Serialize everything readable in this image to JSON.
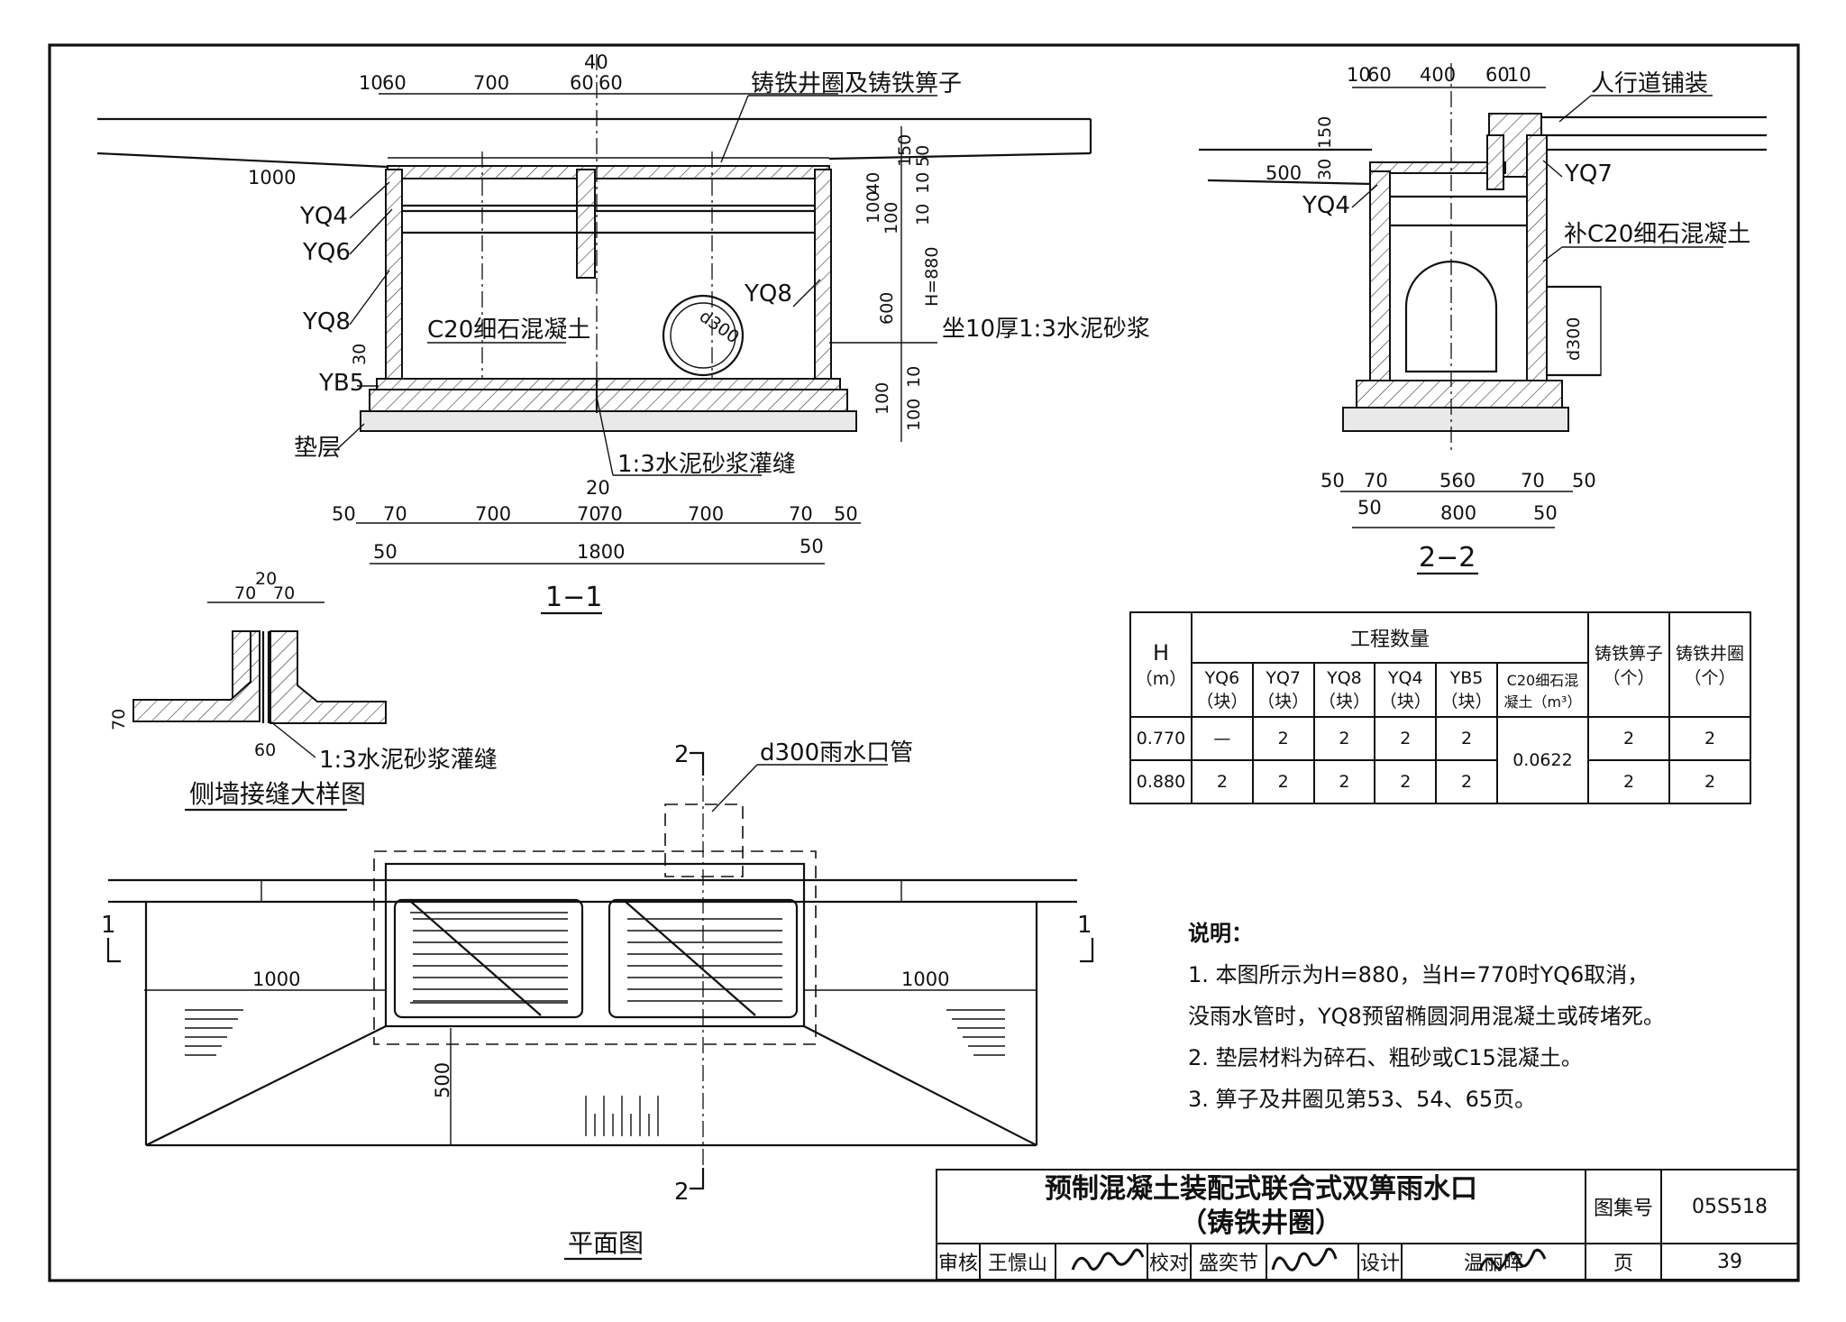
{
  "section_1_1": {
    "title": "1−1",
    "labels": {
      "grate": "铸铁井圈及铸铁箅子",
      "yq4": "YQ4",
      "yq6": "YQ6",
      "yq8_left": "YQ8",
      "yq8_right": "YQ8",
      "yb5": "YB5",
      "cushion": "垫层",
      "c20": "C20细石混凝土",
      "mortar_bed": "坐10厚1:3水泥砂浆",
      "grout": "1:3水泥砂浆灌缝",
      "pipe": "d300"
    },
    "top_dims": [
      "10",
      "60",
      "700",
      "60",
      "60",
      "40"
    ],
    "left_dim": "1000",
    "vertical_dims": [
      "150",
      "50",
      "40",
      "10",
      "10",
      "100",
      "100",
      "H=880",
      "600",
      "10",
      "100",
      "100",
      "30",
      "50"
    ],
    "bottom_dims": [
      "50",
      "70",
      "700",
      "70",
      "70",
      "700",
      "70",
      "50",
      "20",
      "50",
      "1800",
      "50"
    ]
  },
  "section_2_2": {
    "title": "2−2",
    "labels": {
      "paving": "人行道铺装",
      "yq7": "YQ7",
      "yq4": "YQ4",
      "c20_fill": "补C20细石混凝土",
      "pipe": "d300"
    },
    "top_dims": [
      "10",
      "60",
      "400",
      "60",
      "10"
    ],
    "side_dims": [
      "500",
      "150",
      "30"
    ],
    "bottom_dims": [
      "50",
      "70",
      "560",
      "70",
      "50",
      "50",
      "800",
      "50"
    ]
  },
  "joint_detail": {
    "title": "侧墙接缝大样图",
    "grout": "1:3水泥砂浆灌缝",
    "dims": [
      "20",
      "70",
      "70",
      "70",
      "60"
    ]
  },
  "plan": {
    "title": "平面图",
    "pipe_label": "d300雨水口管",
    "section_marks": [
      "2",
      "2",
      "1",
      "1"
    ],
    "dims": [
      "1000",
      "1000",
      "500"
    ]
  },
  "quantity_table": {
    "header_h": "H",
    "header_h_unit": "（m）",
    "header_group": "工程数量",
    "columns": [
      {
        "name": "YQ6",
        "unit": "（块）"
      },
      {
        "name": "YQ7",
        "unit": "（块）"
      },
      {
        "name": "YQ8",
        "unit": "（块）"
      },
      {
        "name": "YQ4",
        "unit": "（块）"
      },
      {
        "name": "YB5",
        "unit": "（块）"
      },
      {
        "name": "C20细石混",
        "unit": "凝土（m³）"
      }
    ],
    "col_grate": {
      "name": "铸铁箅子",
      "unit": "（个）"
    },
    "col_ring": {
      "name": "铸铁井圈",
      "unit": "（个）"
    },
    "rows": [
      {
        "h": "0.770",
        "yq6": "—",
        "yq7": "2",
        "yq8": "2",
        "yq4": "2",
        "yb5": "2",
        "grate": "2",
        "ring": "2"
      },
      {
        "h": "0.880",
        "yq6": "2",
        "yq7": "2",
        "yq8": "2",
        "yq4": "2",
        "yb5": "2",
        "grate": "2",
        "ring": "2"
      }
    ],
    "c20_value": "0.0622"
  },
  "notes": {
    "heading": "说明：",
    "items": [
      "1. 本图所示为H=880，当H=770时YQ6取消，",
      "    没雨水管时，YQ8预留椭圆洞用混凝土或砖堵死。",
      "2. 垫层材料为碎石、粗砂或C15混凝土。",
      "3. 箅子及井圈见第53、54、65页。"
    ]
  },
  "title_block": {
    "title_line1": "预制混凝土装配式联合式双箅雨水口",
    "title_line2": "（铸铁井圈）",
    "atlas_label": "图集号",
    "atlas_no": "05S518",
    "review_label": "审核",
    "reviewer": "王憬山",
    "check_label": "校对",
    "checker": "盛奕节",
    "design_label": "设计",
    "designer": "温丽晖",
    "page_label": "页",
    "page_no": "39"
  }
}
